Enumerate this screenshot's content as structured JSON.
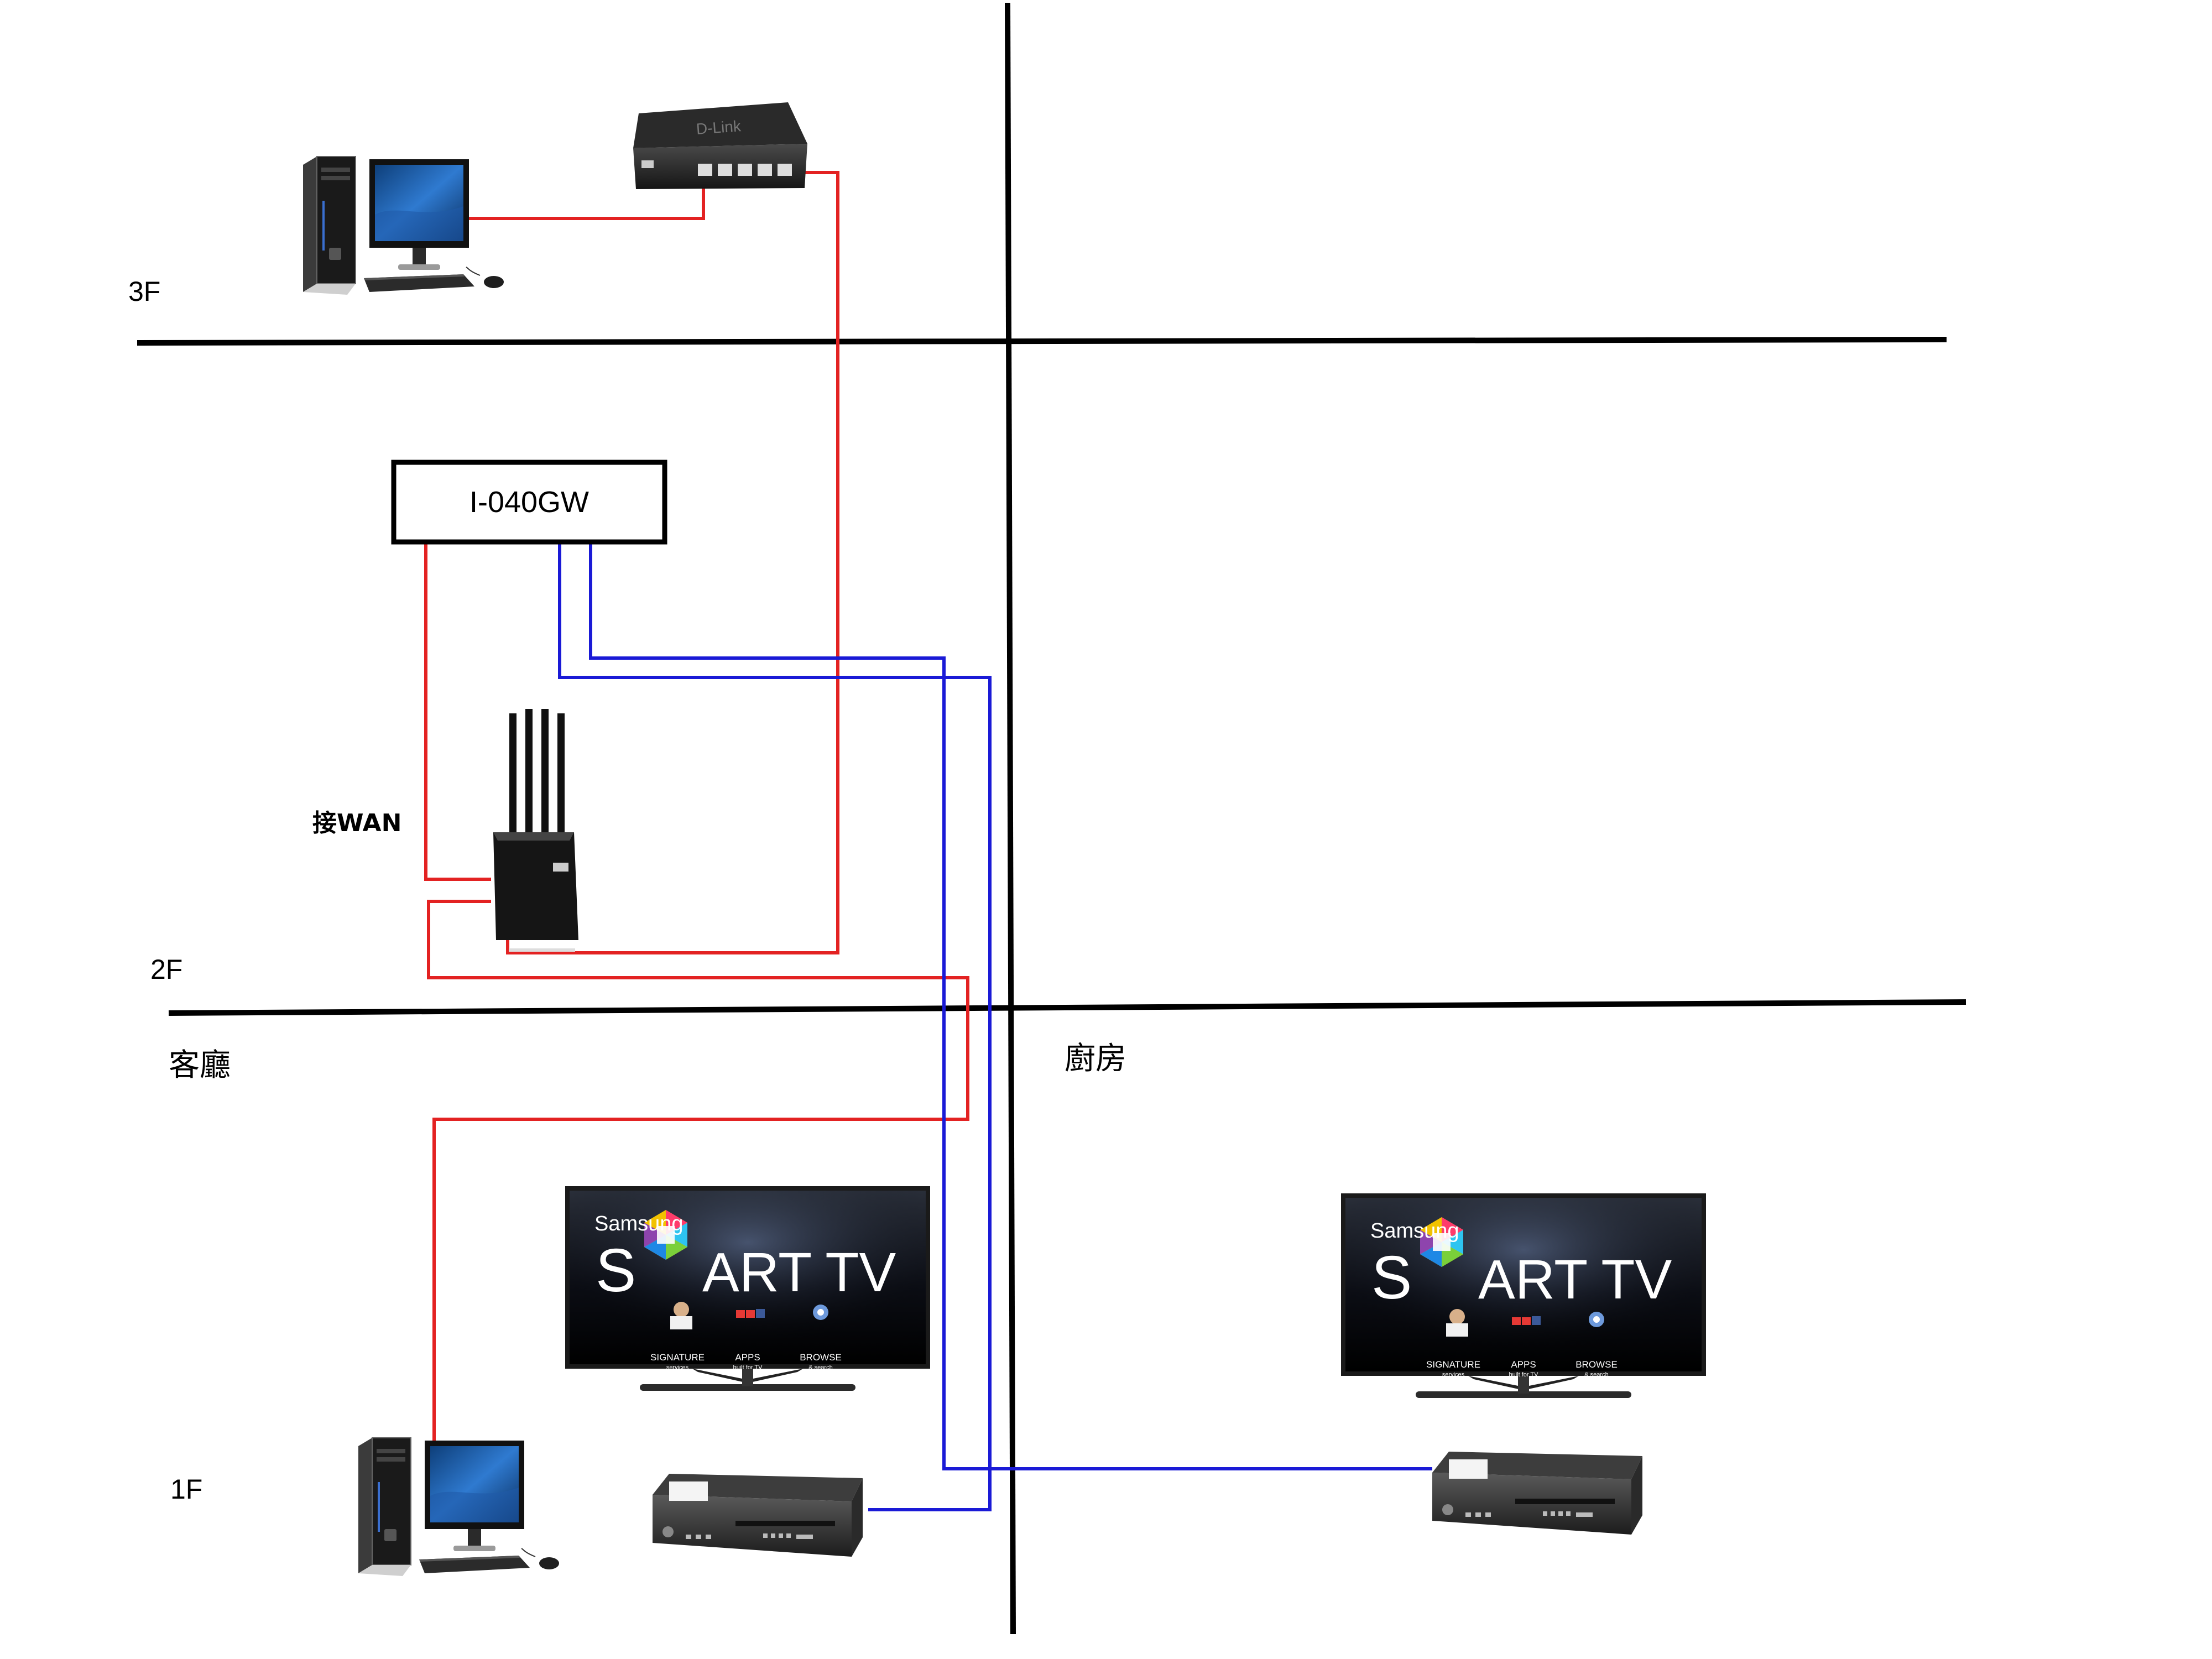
{
  "floors": {
    "third": "3F",
    "second": "2F",
    "first": "1F"
  },
  "rooms": {
    "living_room": "客廳",
    "kitchen": "廚房"
  },
  "gateway": {
    "label": "I-040GW"
  },
  "router": {
    "wan_note": "接WAN"
  },
  "tv": {
    "brand": "Samsung",
    "title_part1": "S",
    "title_part2": "ART TV",
    "features": [
      {
        "line1": "SIGNATURE",
        "line2": "services"
      },
      {
        "line1": "APPS",
        "line2": "built for TV"
      },
      {
        "line1": "BROWSE",
        "line2": "& search"
      }
    ]
  },
  "colors": {
    "ethernet_link": "#e32222",
    "iptv_link": "#1a1ad6",
    "floor_divider": "#000000"
  }
}
